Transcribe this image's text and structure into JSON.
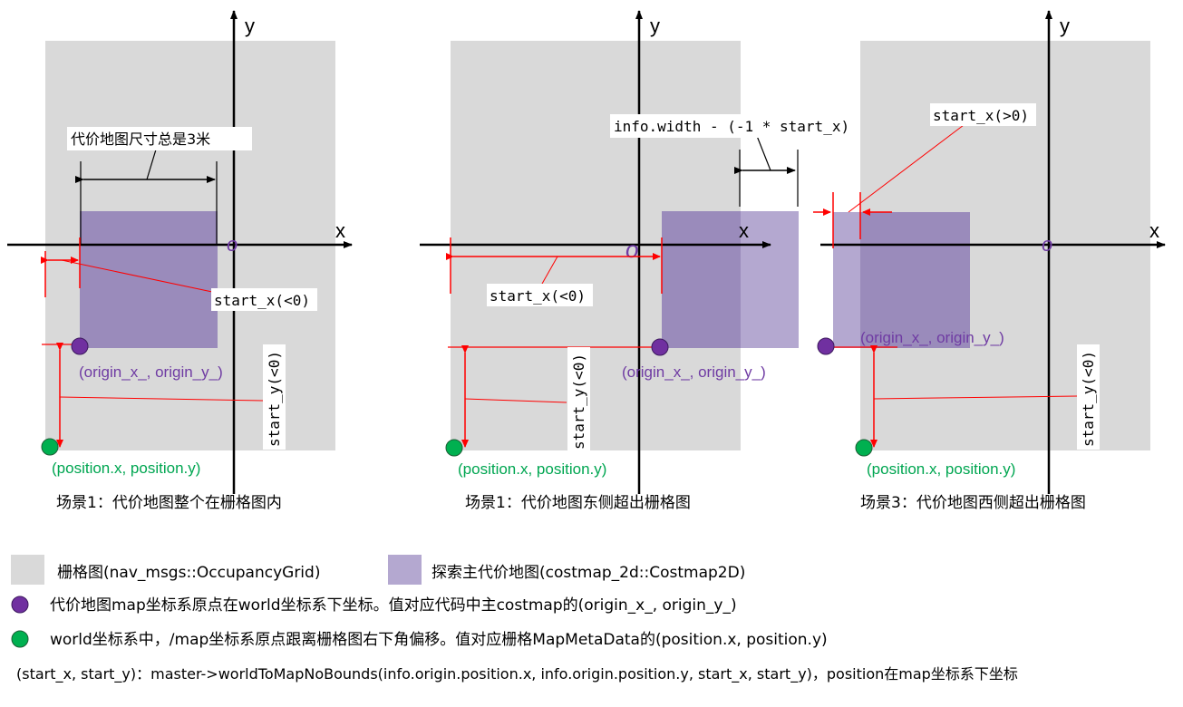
{
  "colors": {
    "grid": "#d9d9d9",
    "costmap": "#8e7db5",
    "costmap_light": "#b4a8d0",
    "red": "#ff0000",
    "purple_dot": "#7030a0",
    "green_dot": "#00b050",
    "purple_text": "#6f3ba3",
    "green_text": "#00a651"
  },
  "scene1": {
    "x_label": "x",
    "y_label": "y",
    "origin_label": "o",
    "size_label": "代价地图尺寸总是3米",
    "start_x_label": "start_x(<0)",
    "start_y_label": "start_y(<0)",
    "origin_point_label": "(origin_x_, origin_y_)",
    "position_label": "(position.x, position.y)",
    "caption": "场景1：代价地图整个在栅格图内"
  },
  "scene2": {
    "x_label": "x",
    "y_label": "y",
    "origin_label": "o",
    "width_label": "info.width - (-1 * start_x)",
    "start_x_label": "start_x(<0)",
    "start_y_label": "start_y(<0)",
    "origin_point_label": "(origin_x_, origin_y_)",
    "position_label": "(position.x, position.y)",
    "caption": "场景1：代价地图东侧超出栅格图"
  },
  "scene3": {
    "x_label": "x",
    "y_label": "y",
    "origin_label": "o",
    "start_x_label": "start_x(>0)",
    "start_y_label": "start_y(<0)",
    "origin_point_label": "(origin_x_, origin_y_)",
    "position_label": "(position.x, position.y)",
    "caption": "场景3：代价地图西侧超出栅格图"
  },
  "legend": {
    "grid_label": "栅格图(nav_msgs::OccupancyGrid)",
    "costmap_label": "探索主代价地图(costmap_2d::Costmap2D)",
    "purple_desc": "代价地图map坐标系原点在world坐标系下坐标。值对应代码中主costmap的(origin_x_, origin_y_)",
    "green_desc": "world坐标系中，/map坐标系原点跟离栅格图右下角偏移。值对应栅格MapMetaData的(position.x, position.y)",
    "formula": "(start_x, start_y)：master->worldToMapNoBounds(info.origin.position.x, info.origin.position.y, start_x, start_y)，position在map坐标系下坐标"
  }
}
